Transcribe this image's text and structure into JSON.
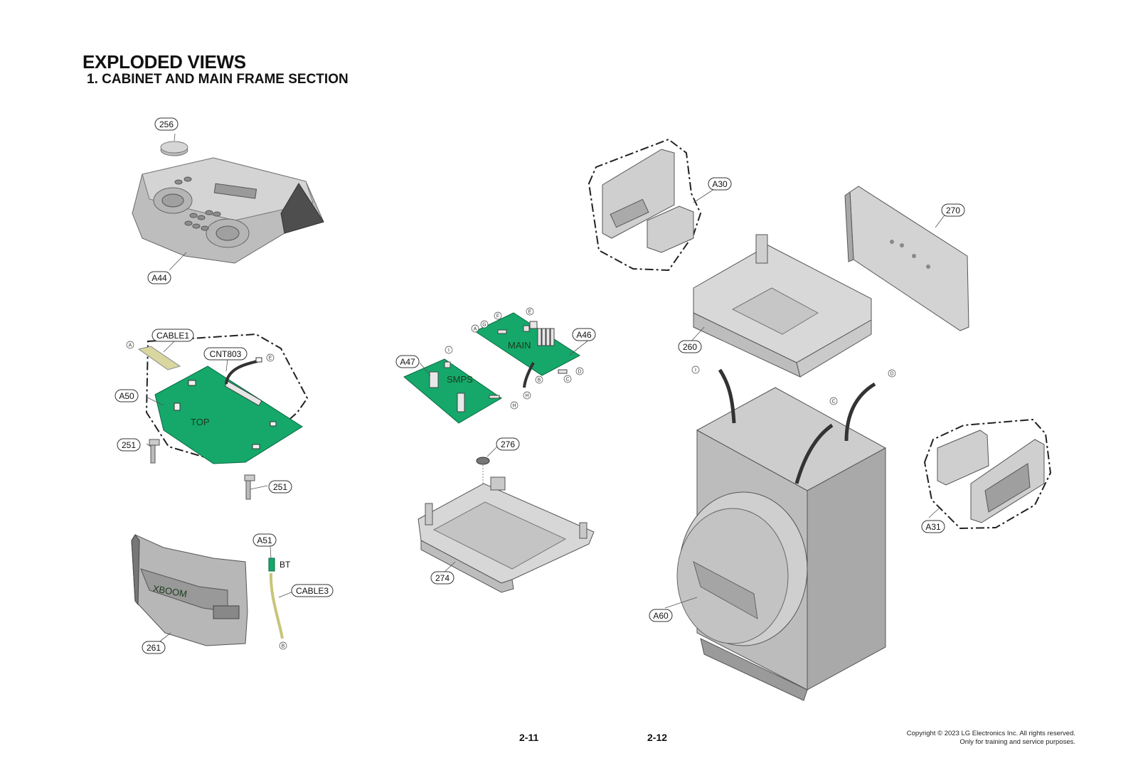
{
  "page": {
    "title": "EXPLODED VIEWS",
    "subtitle": "1. CABINET AND MAIN FRAME SECTION",
    "page_left": "2-11",
    "page_right": "2-12",
    "copyright_line1": "Copyright © 2023 LG Electronics Inc. All rights reserved.",
    "copyright_line2": "Only for training and service purposes."
  },
  "callouts": {
    "c256": "256",
    "cA44": "A44",
    "cCABLE1": "CABLE1",
    "cCNT803": "CNT803",
    "cA50": "A50",
    "c251a": "251",
    "c251b": "251",
    "cA51": "A51",
    "cCABLE3": "CABLE3",
    "c261": "261",
    "cA47": "A47",
    "cA46": "A46",
    "c276": "276",
    "c274": "274",
    "cA30": "A30",
    "c270": "270",
    "c260": "260",
    "cA31": "A31",
    "cA60": "A60"
  },
  "connectors": {
    "A1": "A",
    "E1": "E",
    "A2": "A",
    "G": "G",
    "F": "F",
    "E2": "E",
    "I1": "I",
    "B1": "B",
    "C1": "C",
    "D1": "D",
    "H1": "H",
    "H2": "H",
    "I2": "I",
    "C2": "C",
    "D2": "D",
    "B2": "B"
  },
  "board_labels": {
    "top": "TOP",
    "smps": "SMPS",
    "main": "MAIN",
    "bt": "BT",
    "xboom": "XBOOM"
  },
  "colors": {
    "pcb": "#15a86a",
    "part_grey": "#c9c9c9",
    "dark_grey": "#8a8a8a",
    "cable": "#d9d6a0"
  }
}
